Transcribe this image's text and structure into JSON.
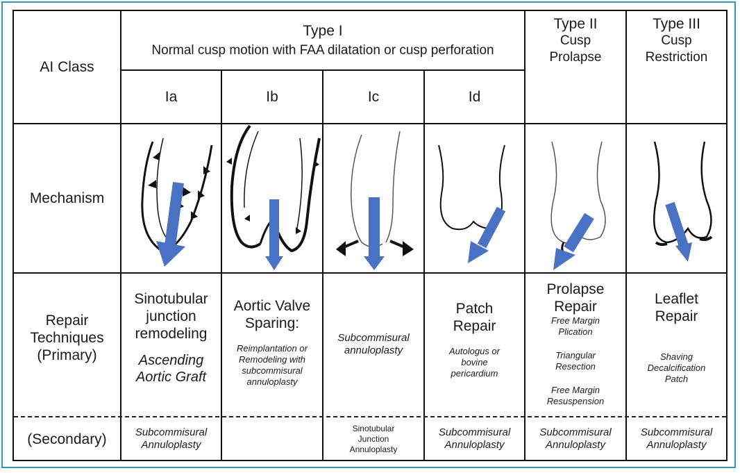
{
  "header": {
    "ai_class": "AI Class",
    "type1_title": "Type I",
    "type1_desc": "Normal cusp motion with FAA dilatation or cusp perforation",
    "type2_title": "Type II",
    "type2_l1": "Cusp",
    "type2_l2": "Prolapse",
    "type3_title": "Type III",
    "type3_l1": "Cusp",
    "type3_l2": "Restriction",
    "sub_ia": "Ia",
    "sub_ib": "Ib",
    "sub_ic": "Ic",
    "sub_id": "Id"
  },
  "rows": {
    "mechanism": "Mechanism",
    "repair_l1": "Repair",
    "repair_l2": "Techniques",
    "repair_l3": "(Primary)",
    "secondary": "(Secondary)"
  },
  "primary": {
    "ia_l1": "Sinotubular",
    "ia_l2": "junction",
    "ia_l3": "remodeling",
    "ia_it1": "Ascending",
    "ia_it2": "Aortic Graft",
    "ib_l1": "Aortic Valve",
    "ib_l2": "Sparing:",
    "ib_s1": "Reimplantation or",
    "ib_s2": "Remodeling with",
    "ib_s3": "subcommisural",
    "ib_s4": "annuloplasty",
    "ic_l1": "Subcommisural",
    "ic_l2": "annuloplasty",
    "id_l1": "Patch",
    "id_l2": "Repair",
    "id_s1": "Autologus or",
    "id_s2": "bovine",
    "id_s3": "pericardium",
    "t2_l1": "Prolapse",
    "t2_l2": "Repair",
    "t2_s1": "Free Margin",
    "t2_s2": "Plication",
    "t2_s3": "Triangular",
    "t2_s4": "Resection",
    "t2_s5": "Free Margin",
    "t2_s6": "Resuspension",
    "t3_l1": "Leaflet",
    "t3_l2": "Repair",
    "t3_s1": "Shaving",
    "t3_s2": "Decalcification",
    "t3_s3": "Patch"
  },
  "secondary": {
    "ia_l1": "Subcommisural",
    "ia_l2": "Annuloplasty",
    "ic_l1": "Sinotubular",
    "ic_l2": "Junction",
    "ic_l3": "Annuloplasty",
    "id_l1": "Subcommisural",
    "id_l2": "Annuloplasty",
    "t2_l1": "Subcommisural",
    "t2_l2": "Annuloplasty",
    "t3_l1": "Subcommisural",
    "t3_l2": "Annuloplasty"
  },
  "colors": {
    "frame": "#2a9bbd",
    "arrow": "#4a72c4",
    "line": "#111111"
  }
}
